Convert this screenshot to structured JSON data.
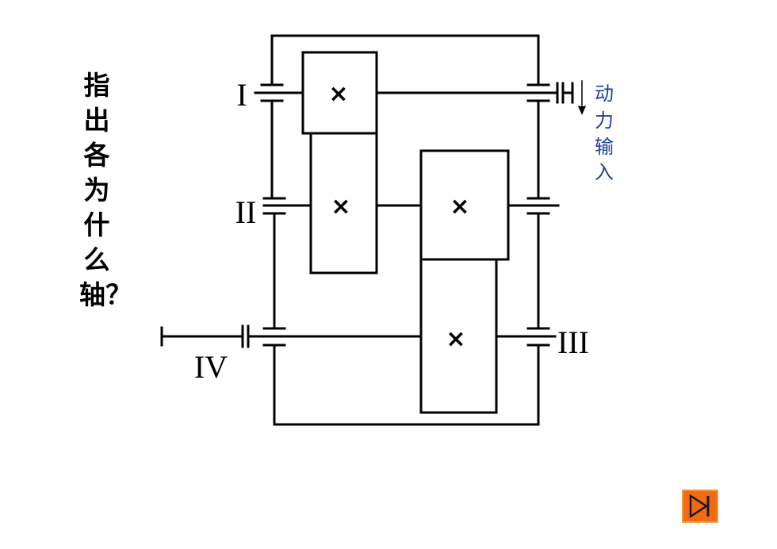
{
  "question": "指出各为什么轴？",
  "axes": {
    "shaft_1": "I",
    "shaft_2": "II",
    "shaft_3": "III",
    "shaft_4": "IV"
  },
  "gear_mark": "×",
  "power_input": {
    "chars": [
      "动",
      "力",
      "输",
      "入"
    ]
  },
  "colors": {
    "line": "#000000",
    "power_text": "#1f3f9a",
    "button_fill": "#f26a12",
    "button_border": "#f39a3a"
  },
  "nav": {
    "next_icon": "play-to-end-icon"
  }
}
